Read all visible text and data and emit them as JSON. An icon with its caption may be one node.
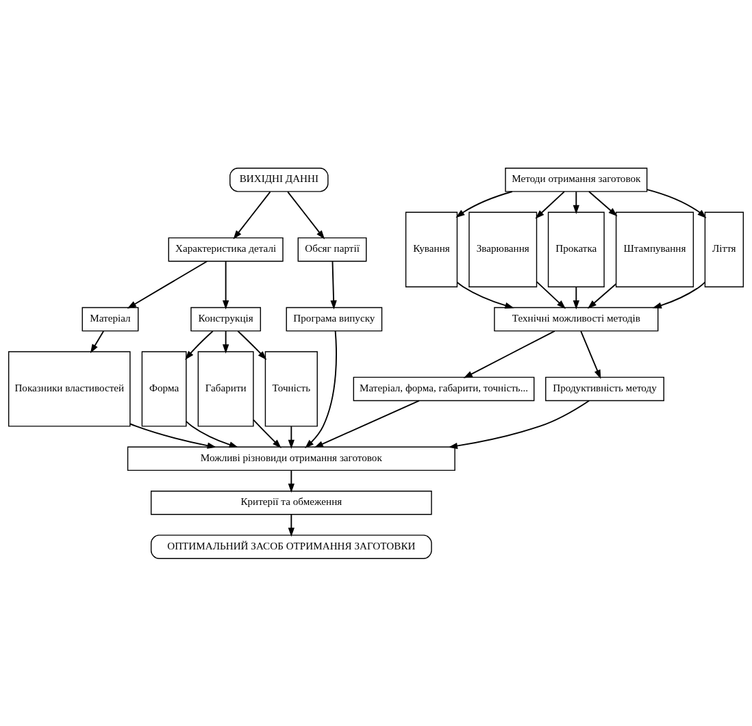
{
  "diagram": {
    "nodes": [
      {
        "text": [
          "ВИХІДНІ ДАННІ"
        ]
      },
      {
        "text": [
          "Характеристика деталі"
        ]
      },
      {
        "text": [
          "Обсяг партії"
        ]
      },
      {
        "text": [
          "Матеріал"
        ]
      },
      {
        "text": [
          "Конструкція"
        ]
      },
      {
        "text": [
          "Показники властивостей"
        ]
      },
      {
        "text": [
          "Форма"
        ]
      },
      {
        "text": [
          "Габарити"
        ]
      },
      {
        "text": [
          "Точність"
        ]
      },
      {
        "text": [
          "Програма випуску"
        ]
      },
      {
        "text": [
          "Методи отримання заготовок"
        ]
      },
      {
        "text": [
          "Кування"
        ]
      },
      {
        "text": [
          "Зварювання"
        ]
      },
      {
        "text": [
          "Прокатка"
        ]
      },
      {
        "text": [
          "Штампування"
        ]
      },
      {
        "text": [
          "Ліття"
        ]
      },
      {
        "text": [
          "Технічні можливості методів"
        ]
      },
      {
        "text": [
          "Матеріал, форма, габарити, точність..."
        ]
      },
      {
        "text": [
          "Продуктивність методу"
        ]
      },
      {
        "text": [
          "Можливі різновиди отримання заготовок"
        ]
      },
      {
        "text": [
          "Критерії та обмеження"
        ]
      },
      {
        "text": [
          "ОПТИМАЛЬНИЙ ЗАСОБ ОТРИМАННЯ ЗАГОТОВКИ"
        ]
      }
    ],
    "edges": [
      {
        "from": 0,
        "to": 1,
        "arrow": "to"
      },
      {
        "from": 0,
        "to": 2,
        "arrow": "to"
      },
      {
        "from": 1,
        "to": 3,
        "arrow": "to"
      },
      {
        "from": 1,
        "to": 4,
        "arrow": "to"
      },
      {
        "from": 3,
        "to": 5,
        "arrow": "to"
      },
      {
        "from": 4,
        "to": 6,
        "arrow": "to"
      },
      {
        "from": 4,
        "to": 7,
        "arrow": "to"
      },
      {
        "from": 4,
        "to": 8,
        "arrow": "to"
      },
      {
        "from": 2,
        "to": 9,
        "arrow": "to"
      },
      {
        "from": 10,
        "to": 11,
        "arrow": "to"
      },
      {
        "from": 10,
        "to": 12,
        "arrow": "to"
      },
      {
        "from": 10,
        "to": 13,
        "arrow": "to"
      },
      {
        "from": 10,
        "to": 14,
        "arrow": "to"
      },
      {
        "from": 10,
        "to": 15,
        "arrow": "to"
      },
      {
        "from": 11,
        "to": 16,
        "arrow": "to"
      },
      {
        "from": 12,
        "to": 16,
        "arrow": "to"
      },
      {
        "from": 13,
        "to": 16,
        "arrow": "to"
      },
      {
        "from": 14,
        "to": 16,
        "arrow": "to"
      },
      {
        "from": 15,
        "to": 16,
        "arrow": "to"
      },
      {
        "from": 16,
        "to": 17,
        "arrow": "to"
      },
      {
        "from": 16,
        "to": 18,
        "arrow": "to"
      },
      {
        "from": 5,
        "to": 19,
        "arrow": "to"
      },
      {
        "from": 6,
        "to": 19,
        "arrow": "to"
      },
      {
        "from": 7,
        "to": 19,
        "arrow": "to"
      },
      {
        "from": 8,
        "to": 19,
        "arrow": "to"
      },
      {
        "from": 9,
        "to": 19,
        "arrow": "to"
      },
      {
        "from": 17,
        "to": 19,
        "arrow": "to"
      },
      {
        "from": 18,
        "to": 19,
        "arrow": "to"
      },
      {
        "from": 19,
        "to": 20,
        "arrow": "to"
      },
      {
        "from": 20,
        "to": 21,
        "arrow": "to"
      }
    ]
  }
}
